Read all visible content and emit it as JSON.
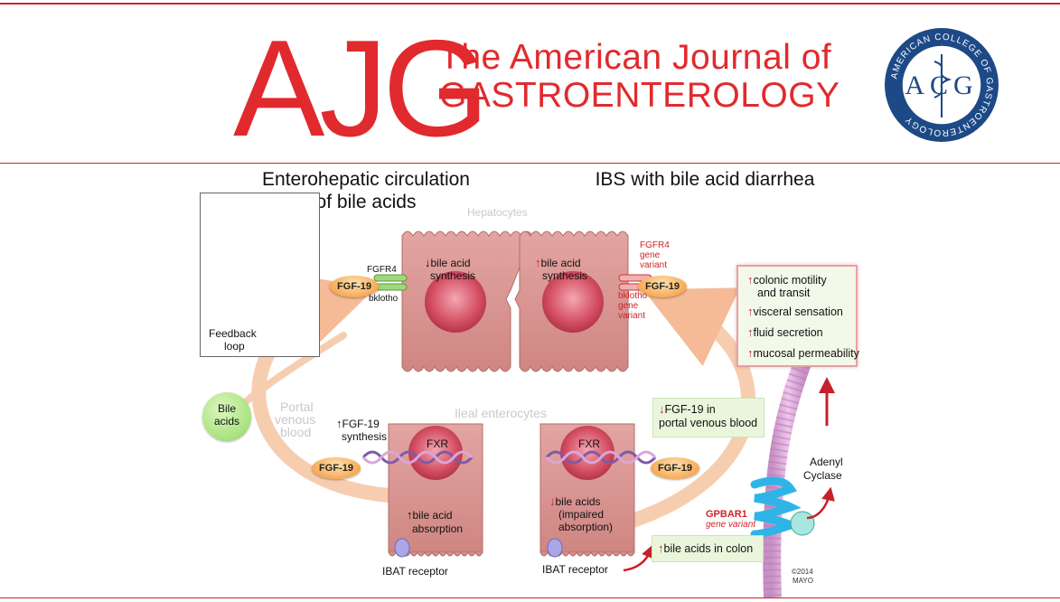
{
  "header": {
    "logo_text": "AJG",
    "journal_line1": "The American Journal of",
    "journal_line2": "GASTROENTEROLOGY",
    "seal_ring_text": "AMERICAN COLLEGE OF GASTROENTEROLOGY",
    "seal_center_text": "ACG",
    "colors": {
      "brand_red": "#e12a2d",
      "seal_blue": "#1d4a86"
    }
  },
  "diagram": {
    "title_left_line1": "Enterohepatic circulation",
    "title_left_line2": "of bile acids",
    "title_right": "IBS with bile acid diarrhea",
    "hepatocytes_label": "Hepatocytes",
    "ileal_label": "Ileal enterocytes",
    "portal_label_line1": "Portal",
    "portal_label_line2": "venous",
    "portal_label_line3": "blood",
    "feedback_line1": "Feedback",
    "feedback_line2": "loop",
    "bile_acids_line1": "Bile",
    "bile_acids_line2": "acids",
    "fgf19": "FGF-19",
    "fgfr4": "FGFR4",
    "bklotho": "bklotho",
    "fgfr4_variant_line1": "FGFR4",
    "fgfr4_variant_line2": "gene",
    "fgfr4_variant_line3": "variant",
    "bklotho_variant_line1": "bklotho",
    "bklotho_variant_line2": "gene",
    "bklotho_variant_line3": "variant",
    "left_hep_line1": "bile acid",
    "left_hep_line2": "synthesis",
    "right_hep_line1": "bile acid",
    "right_hep_line2": "synthesis",
    "fgf19_synth_line1": "FGF-19",
    "fgf19_synth_line2": "synthesis",
    "fxr": "FXR",
    "left_ent_line1": "bile acid",
    "left_ent_line2": "absorption",
    "right_ent_line1": "bile acids",
    "right_ent_line2": "(impaired",
    "right_ent_line3": "absorption)",
    "ibat": "IBAT receptor",
    "portal_box_line1": "FGF-19 in",
    "portal_box_line2": "portal venous blood",
    "colon_box": "bile acids in colon",
    "gpbar1": "GPBAR1",
    "gpbar1_variant": "gene variant",
    "adenyl_line1": "Adenyl",
    "adenyl_line2": "Cyclase",
    "effects": [
      {
        "line1": "colonic motility",
        "line2": "and transit"
      },
      {
        "line1": "visceral sensation"
      },
      {
        "line1": "fluid secretion"
      },
      {
        "line1": "mucosal permeability"
      }
    ],
    "copyright_line1": "©2014",
    "copyright_line2": "MAYO",
    "colors": {
      "cell_pink": "#d98f8c",
      "nucleus_red": "#c83a4a",
      "arrow_peach": "#f7c9a8",
      "accent_red": "#d2232a",
      "box_green": "#eaf6dc"
    }
  }
}
